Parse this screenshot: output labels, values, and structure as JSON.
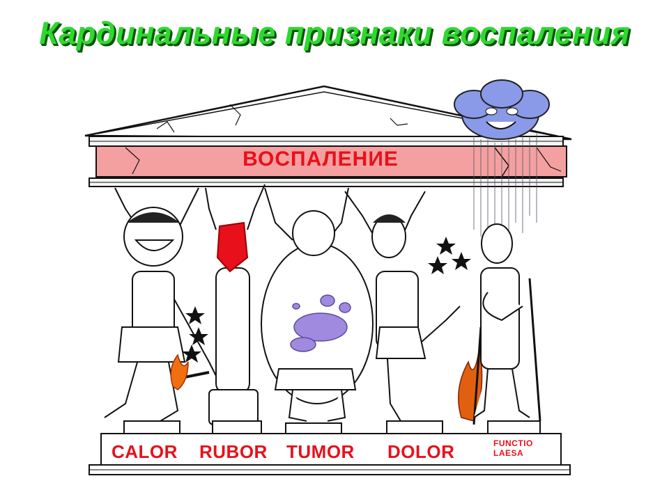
{
  "title": "Кардинальные признаки воспаления",
  "entablature_label": "ВОСПАЛЕНИЕ",
  "signs": [
    {
      "label": "CALOR"
    },
    {
      "label": "RUBOR"
    },
    {
      "label": "TUMOR"
    },
    {
      "label": "DOLOR"
    },
    {
      "label_line1": "FUNCTIO",
      "label_line2": "LAESA"
    }
  ],
  "colors": {
    "title": "#2fd82f",
    "label": "#e8101a",
    "band": "#f4a0a0",
    "tumor_blob": "#a08ae0",
    "cloud": "#8a9ae8"
  }
}
